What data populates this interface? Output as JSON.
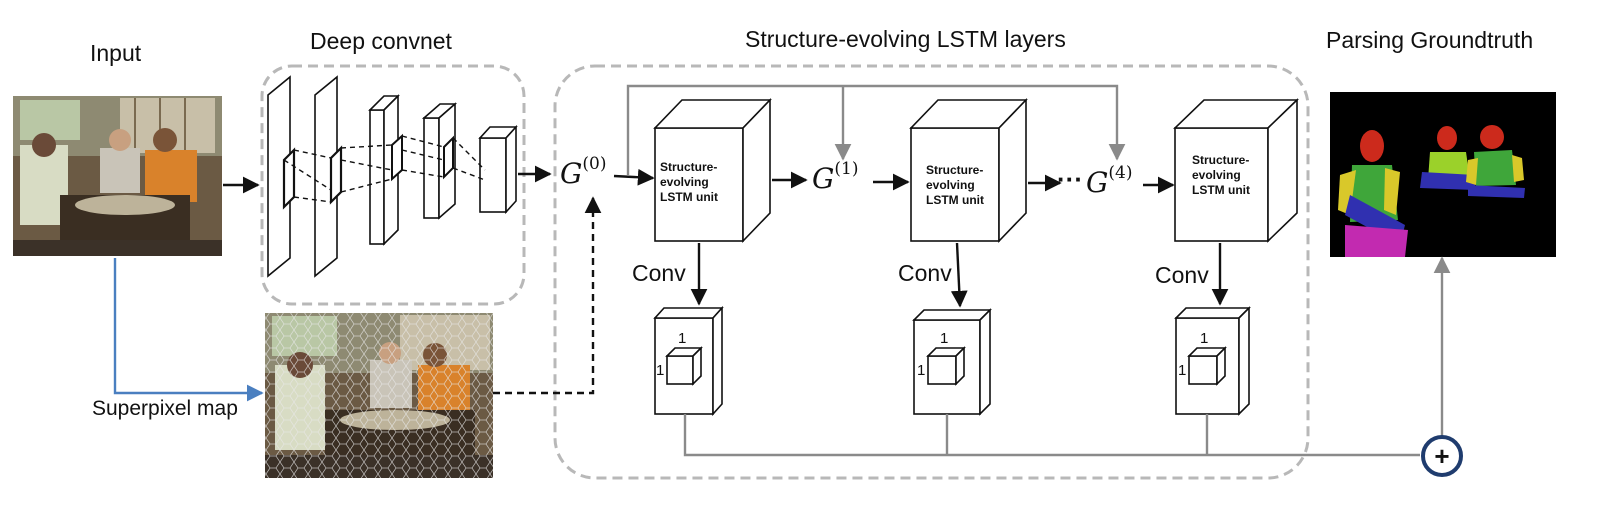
{
  "titles": {
    "input": "Input",
    "deep_convnet": "Deep convnet",
    "lstm_layers": "Structure-evolving LSTM layers",
    "parsing_groundtruth": "Parsing Groundtruth"
  },
  "superpixel_label": "Superpixel map",
  "units": [
    {
      "line1": "Structure-",
      "line2": "evolving",
      "line3": "LSTM unit",
      "conv": "Conv",
      "box_top": "1",
      "box_side": "1"
    },
    {
      "line1": "Structure-",
      "line2": "evolving",
      "line3": "LSTM unit",
      "conv": "Conv",
      "box_top": "1",
      "box_side": "1"
    },
    {
      "line1": "Structure-",
      "line2": "evolving",
      "line3": "LSTM unit",
      "conv": "Conv",
      "box_top": "1",
      "box_side": "1"
    }
  ],
  "graphs": [
    {
      "base": "G",
      "sup": "(0)"
    },
    {
      "base": "G",
      "sup": "(1)"
    },
    {
      "base": "G",
      "sup": "(4)"
    }
  ],
  "ellipsis": "···",
  "plus_symbol": "+",
  "colors": {
    "arrow": "#111111",
    "gray_arrow": "#8a8a8a",
    "blue_arrow": "#4a7fc0",
    "dashed_box": "#b8b8b8",
    "plus_circle": "#1f3c6e"
  }
}
